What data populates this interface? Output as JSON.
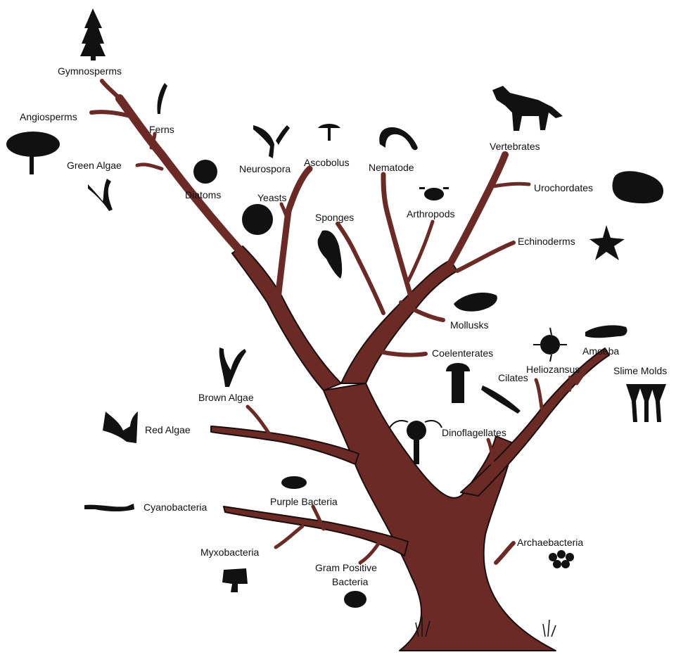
{
  "colors": {
    "trunk": "#6b2a26",
    "outline": "#1a0d0c",
    "silhouette": "#111111",
    "background": "#ffffff"
  },
  "labels": {
    "gymnosperms": "Gymnosperms",
    "angiosperms": "Angiosperms",
    "ferns": "Ferns",
    "green_algae": "Green Algae",
    "diatoms": "Diatoms",
    "neurospora": "Neurospora",
    "ascobolus": "Ascobolus",
    "yeasts": "Yeasts",
    "nematode": "Nematode",
    "sponges": "Sponges",
    "arthropods": "Arthropods",
    "vertebrates": "Vertebrates",
    "urochordates": "Urochordates",
    "echinoderms": "Echinoderms",
    "mollusks": "Mollusks",
    "coelenterates": "Coelenterates",
    "amoeba": "Amoeba",
    "heliozansus": "Heliozansus",
    "slime_molds": "Slime Molds",
    "cilates": "Cilates",
    "brown_algae": "Brown Algae",
    "red_algae": "Red Algae",
    "dinoflagellates": "Dinoflagellates",
    "purple_bacteria": "Purple Bacteria",
    "cyanobacteria": "Cyanobacteria",
    "myxobacteria": "Myxobacteria",
    "gram_positive_line1": "Gram Positive",
    "gram_positive_line2": "Bacteria",
    "archaebacteria": "Archaebacteria"
  }
}
